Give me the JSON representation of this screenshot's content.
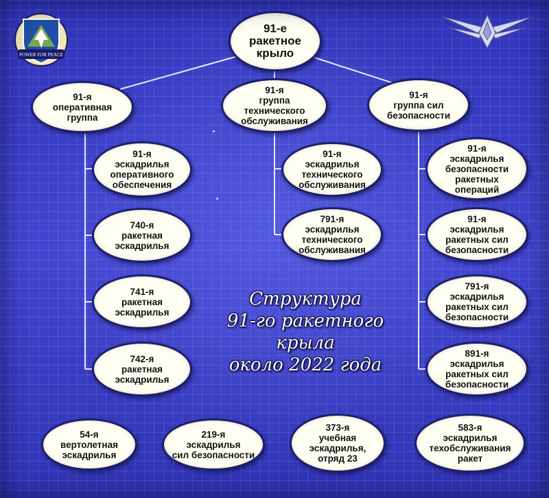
{
  "emblem": {
    "motto": "POWER FOR PEACE"
  },
  "title": "Структура\n91-го ракетного крыла\nоколо 2022 года",
  "nodes": {
    "wing": "91-е\nракетное\nкрыло",
    "ops_group": "91-я\nоперативная\nгруппа",
    "mx_group": "91-я\nгруппа\nтехнического\nобслуживания",
    "sf_group": "91-я\nгруппа сил\nбезопасности",
    "ops_support_sq": "91-я\nэскадрилья\nоперативного\nобеспечения",
    "sq_740": "740-я\nракетная\nэскадрилья",
    "sq_741": "741-я\nракетная\nэскадрилья",
    "sq_742": "742-я\nракетная\nэскадрилья",
    "mx_sq_91": "91-я\nэскадрилья\nтехнического\nобслуживания",
    "mx_sq_791": "791-я\nэскадрилья\nтехнического\nобслуживания",
    "sf_ops_sq_91": "91-я\nэскадрилья\nбезопасности\nракетных\nопераций",
    "sf_sq_91": "91-я\nэскадрилья\nракетных сил\nбезопасности",
    "sf_sq_791": "791-я\nэскадрилья\nракетных сил\nбезопасности",
    "sf_sq_891": "891-я\nэскадрилья\nракетных сил\nбезопасности",
    "helo_sq_54": "54-я\nвертолетная\nэскадрилья",
    "sf_sq_219": "219-я\nэскадрилья\nсил безопасности",
    "training_sq_373": "373-я\nучебная\nэскадрилья,\nотряд 23",
    "mx_sq_583": "583-я\nэскадрилья\nтехобслуживания\nракет"
  },
  "colors": {
    "background": "#3a3ec4",
    "node_fill": "#fffef2",
    "node_border": "#1d1f6e",
    "connector": "#e8eaff"
  }
}
